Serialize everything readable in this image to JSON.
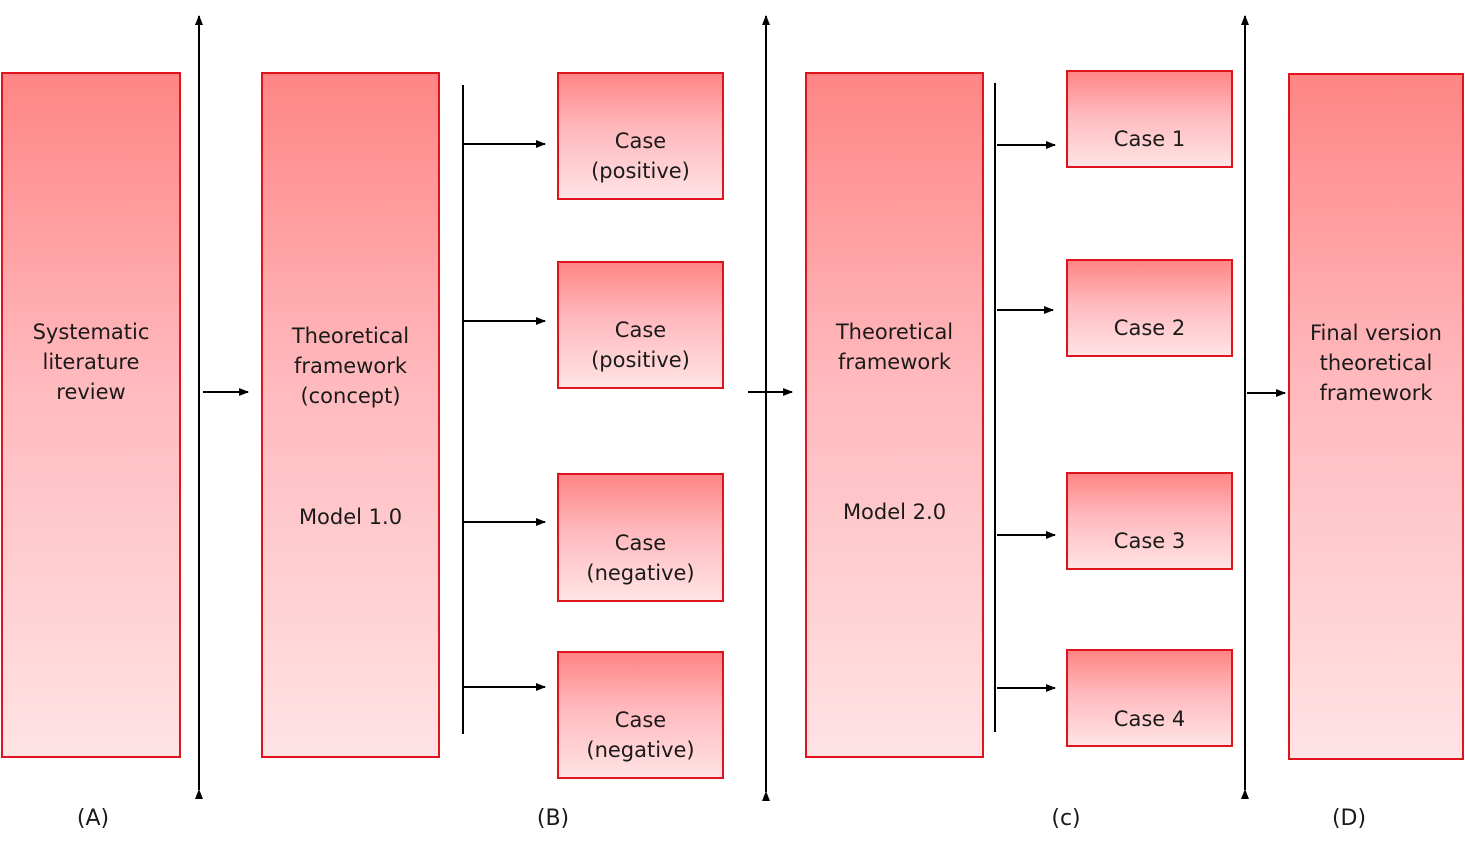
{
  "colors": {
    "border": "#e0141e",
    "fill_top": "#ff8585",
    "fill_bottom": "#ffe3e5",
    "line": "#000000"
  },
  "boxes": {
    "lit_review": {
      "line1": "Systematic",
      "line2": "literature",
      "line3": "review"
    },
    "framework_concept": {
      "line1": "Theoretical",
      "line2": "framework",
      "line3": "(concept)",
      "model": "Model 1.0"
    },
    "case_a": {
      "line1": "Case",
      "line2": "(positive)"
    },
    "case_b": {
      "line1": "Case",
      "line2": "(positive)"
    },
    "case_c": {
      "line1": "Case",
      "line2": "(negative)"
    },
    "case_d": {
      "line1": "Case",
      "line2": "(negative)"
    },
    "framework_2": {
      "line1": "Theoretical",
      "line2": "framework",
      "model": "Model 2.0"
    },
    "case_1": {
      "label": "Case 1"
    },
    "case_2": {
      "label": "Case 2"
    },
    "case_3": {
      "label": "Case 3"
    },
    "case_4": {
      "label": "Case 4"
    },
    "final": {
      "line1": "Final version",
      "line2": "theoretical",
      "line3": "framework"
    }
  },
  "phases": {
    "a": "(A)",
    "b": "(B)",
    "c": "(c)",
    "d": "(D)"
  }
}
